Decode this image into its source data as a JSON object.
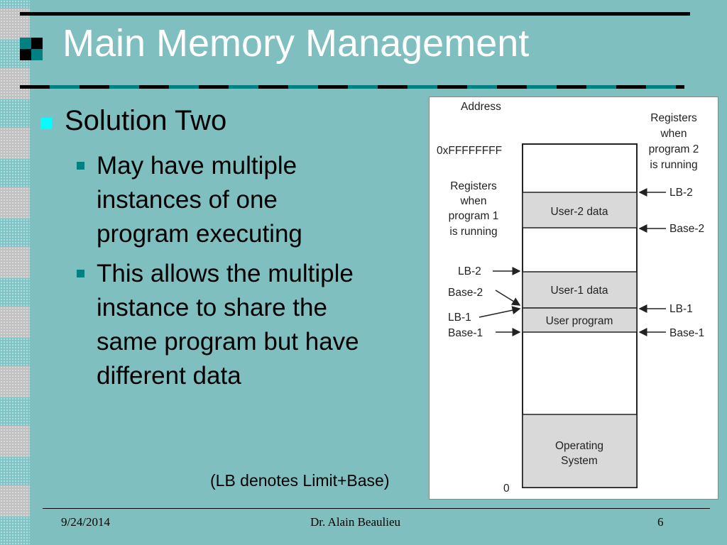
{
  "slide": {
    "title": "Main Memory Management",
    "level1": "Solution Two",
    "bullets": [
      [
        "May have multiple",
        "instances of one",
        "program executing"
      ],
      [
        "This allows the multiple",
        "instance to share the",
        "same program but have",
        "different data"
      ]
    ],
    "note": "(LB denotes Limit+Base)"
  },
  "diagram": {
    "address_label": "Address",
    "addr_top": "0xFFFFFFFF",
    "addr_bottom": "0",
    "blocks": {
      "user2_data": "User-2 data",
      "user1_data": "User-1 data",
      "user_program": "User program",
      "os": [
        "Operating",
        "System"
      ]
    },
    "left_caption": [
      "Registers",
      "when",
      "program 1",
      "is running"
    ],
    "right_caption": [
      "Registers",
      "when",
      "program 2",
      "is running"
    ],
    "left_labels": [
      "LB-2",
      "Base-2",
      "LB-1",
      "Base-1"
    ],
    "right_labels": [
      "LB-2",
      "Base-2",
      "LB-1",
      "Base-1"
    ]
  },
  "footer": {
    "date": "9/24/2014",
    "author": "Dr. Alain Beaulieu",
    "page": "6"
  },
  "colors": {
    "background": "#7fbfbf",
    "title_text": "#ffffff",
    "level1_bullet": "#00ffff",
    "level2_bullet": "#008080",
    "block_fill": "#d9d9d9"
  }
}
